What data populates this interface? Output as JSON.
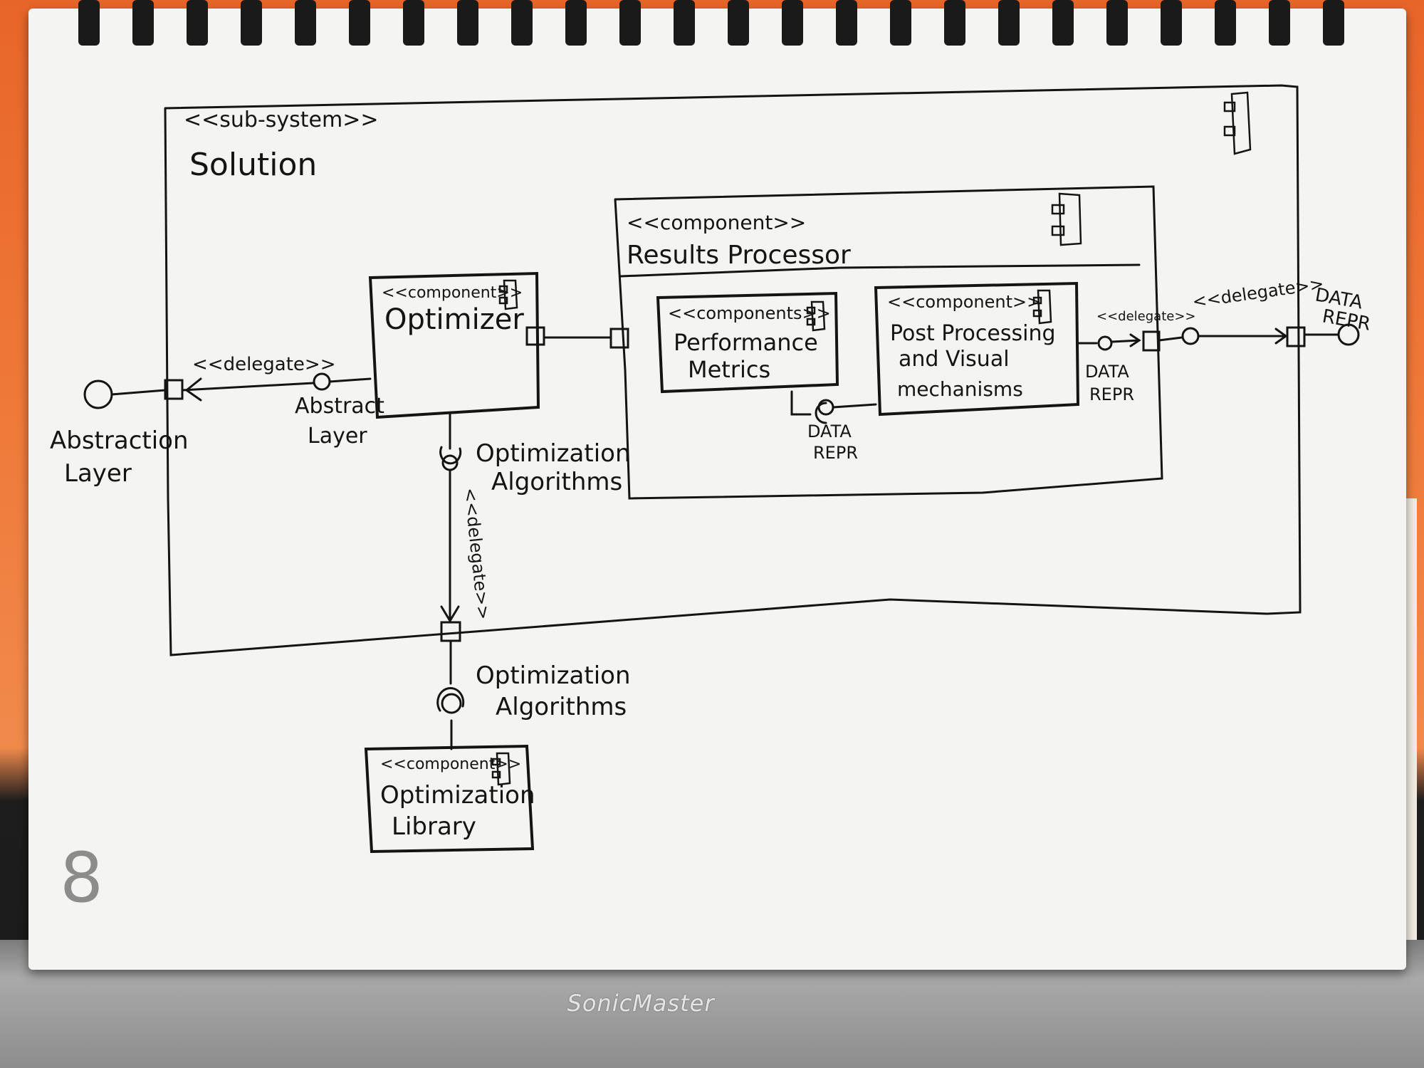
{
  "page": {
    "number": "8"
  },
  "laptop": {
    "brand": "SonicMaster"
  },
  "subsystem": {
    "stereotype": "<<sub-system>>",
    "name": "Solution"
  },
  "components": {
    "optimizer": {
      "stereotype": "<<component>>",
      "name": "Optimizer"
    },
    "results_processor": {
      "stereotype": "<<component>>",
      "name": "Results Processor"
    },
    "performance_metrics": {
      "stereotype": "<<components>>",
      "name_line1": "Performance",
      "name_line2": "Metrics"
    },
    "post_processing": {
      "stereotype": "<<component>>",
      "name_line1": "Post Processing",
      "name_line2": "and Visual",
      "name_line3": "mechanisms"
    },
    "optimization_library": {
      "stereotype": "<<component>>",
      "name_line1": "Optimization",
      "name_line2": "Library"
    }
  },
  "interfaces": {
    "abstraction_layer_outer": {
      "line1": "Abstraction",
      "line2": "Layer"
    },
    "abstract_layer_inner": {
      "line1": "Abstract",
      "line2": "Layer"
    },
    "optimization_algorithms_inner": {
      "line1": "Optimization",
      "line2": "Algorithms"
    },
    "optimization_algorithms_outer": {
      "line1": "Optimization",
      "line2": "Algorithms"
    },
    "data_repr_metrics": {
      "line1": "DATA",
      "line2": "REPR"
    },
    "data_repr_post": {
      "line1": "DATA",
      "line2": "REPR"
    },
    "data_repr_outer": {
      "line1": "DATA",
      "line2": "REPR"
    }
  },
  "connectors": {
    "delegate_left": "<<delegate>>",
    "delegate_down": "<<delegate>>",
    "delegate_inner_right": "<<delegate>>",
    "delegate_outer_right": "<<delegate>>"
  },
  "colors": {
    "ink": "#141414",
    "paper": "#f4f4f2",
    "background": "#e8652a"
  }
}
